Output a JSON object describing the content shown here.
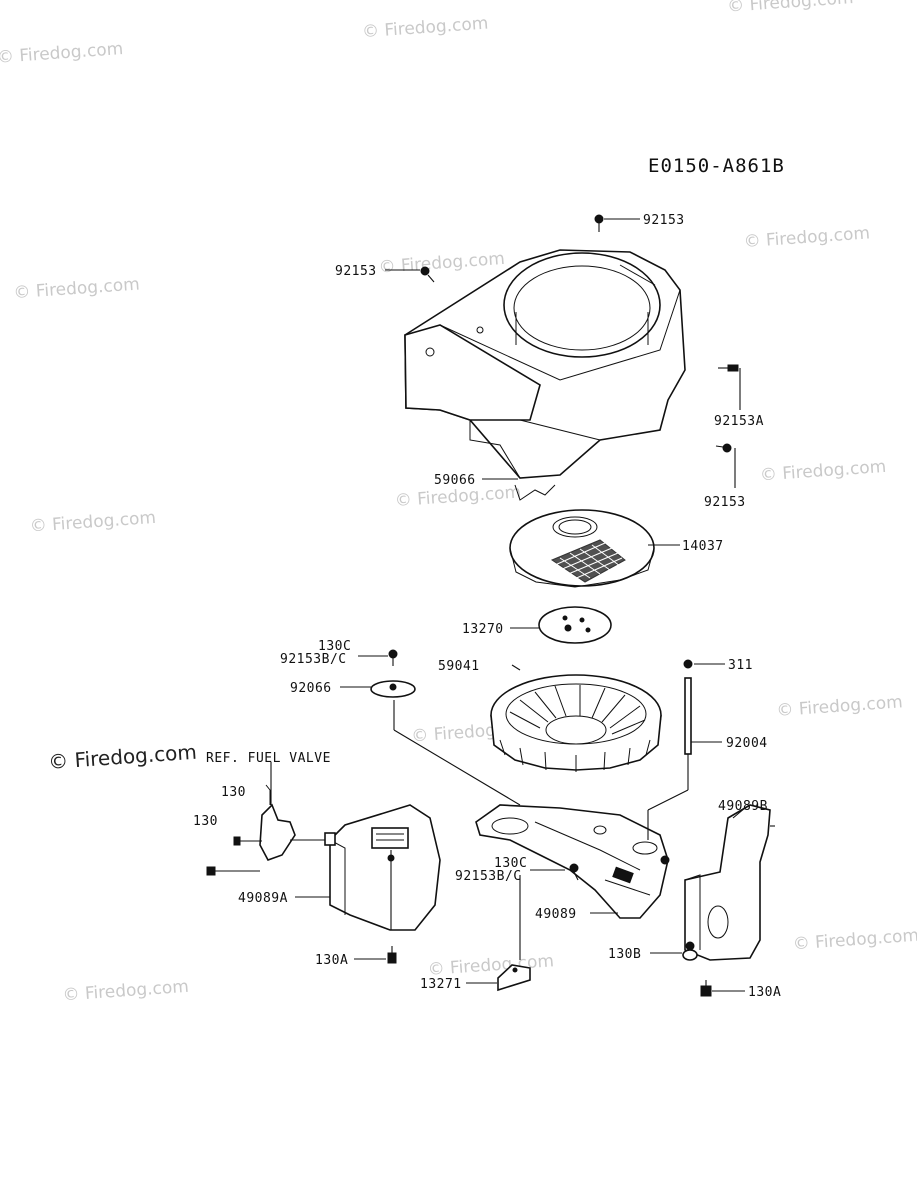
{
  "diagram_code": "E0150-A861B",
  "watermark": "© Firedog.com",
  "watermark_main": "© Firedog.com",
  "labels": {
    "p92153_top": "92153",
    "p92153_left": "92153",
    "p92153A": "92153A",
    "p92153_right": "92153",
    "p59066": "59066",
    "p14037": "14037",
    "p13270": "13270",
    "p130C_a": "130C",
    "p92153BC_a": "92153B/C",
    "p59041": "59041",
    "p311": "311",
    "p92066": "92066",
    "p92004": "92004",
    "ref_fuel_valve": "REF. FUEL VALVE",
    "p49089B": "49089B",
    "p130_a": "130",
    "p130_b": "130",
    "p49089A": "49089A",
    "p130C_b": "130C",
    "p92153BC_b": "92153B/C",
    "p49089": "49089",
    "p130B": "130B",
    "p130A_left": "130A",
    "p13271": "13271",
    "p130A_right": "130A"
  }
}
